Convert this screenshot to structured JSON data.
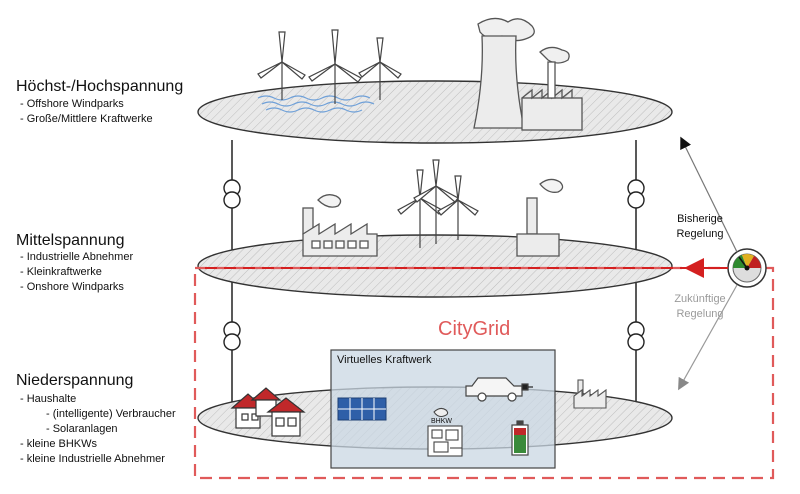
{
  "levels": [
    {
      "title": "Höchst-/Hochspannung",
      "items": [
        "- Offshore Windparks",
        "- Große/Mittlere Kraftwerke"
      ]
    },
    {
      "title": "Mittelspannung",
      "items": [
        "- Industrielle Abnehmer",
        "- Kleinkraftwerke",
        "- Onshore Windparks"
      ]
    },
    {
      "title": "Niederspannung",
      "items": [
        "- Haushalte",
        "- (intelligente) Verbraucher",
        "- Solaranlagen",
        "- kleine BHKWs",
        "- kleine Industrielle Abnehmer"
      ]
    }
  ],
  "citygrid_label": "CityGrid",
  "virtual_plant_label": "Virtuelles Kraftwerk",
  "bhkw_label": "BHKW",
  "regulation": {
    "current": [
      "Bisherige",
      "Regelung"
    ],
    "future": [
      "Zukünftige",
      "Regelung"
    ]
  },
  "colors": {
    "citygrid_dashed": "#e05a5a",
    "ellipse_fill": "#e8e8e8",
    "virtual_plant_fill": "#c9d7e3",
    "solar_panel": "#2f5fa8",
    "house_roof": "#c0282a",
    "battery": "#3a8a3a"
  }
}
